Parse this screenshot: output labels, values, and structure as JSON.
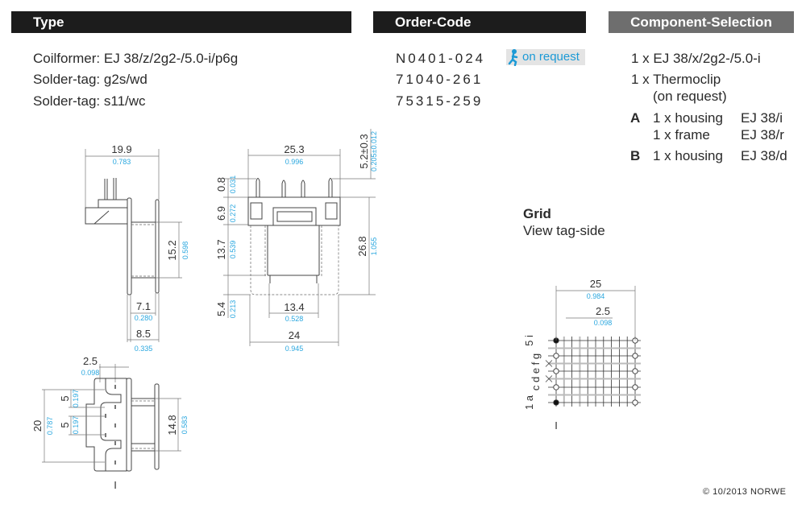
{
  "headers": {
    "type": "Type",
    "order_code": "Order-Code",
    "component_selection": "Component-Selection"
  },
  "type_rows": [
    {
      "label": "Coilformer:",
      "value": "EJ 38/z/2g2-/5.0-i/p6g",
      "order_code": "N0401-024"
    },
    {
      "label": "Solder-tag:",
      "value": "g2s/wd",
      "order_code": "71040-261"
    },
    {
      "label": "Solder-tag:",
      "value": "s11/wc",
      "order_code": "75315-259"
    }
  ],
  "on_request_badge": {
    "icon": "running-person-icon",
    "label": "on request",
    "color": "#1c9ad6"
  },
  "component_selection": {
    "line1": "1 x EJ 38/x/2g2-/5.0-i",
    "line2": "1 x Thermoclip",
    "line3": "(on request)",
    "A": {
      "letter": "A",
      "items": [
        {
          "name": "1 x housing",
          "part": "EJ 38/i"
        },
        {
          "name": "1 x frame",
          "part": "EJ 38/r"
        }
      ]
    },
    "B": {
      "letter": "B",
      "items": [
        {
          "name": "1 x housing",
          "part": "EJ 38/d"
        }
      ]
    }
  },
  "grid": {
    "title": "Grid",
    "subtitle": "View tag-side",
    "dim_pitch": "25",
    "dim_pitch_in": "0.984",
    "dim_step": "2.5",
    "dim_step_in": "0.098",
    "row_labels_left": "5 i",
    "row_labels_mid": "c d e f g",
    "row_labels_bottom": "1 a",
    "marker": "I"
  },
  "side_view": {
    "w": "19.9",
    "w_in": "0.783",
    "h": "15.2",
    "h_in": "0.598",
    "a": "7.1",
    "a_in": "0.280",
    "b": "8.5",
    "b_in": "0.335"
  },
  "front_view": {
    "w": "25.3",
    "w_in": "0.996",
    "pin": "0.8",
    "pin_in": "0.031",
    "top": "6.9",
    "top_in": "0.272",
    "mid": "13.7",
    "mid_in": "0.539",
    "bot": "5.4",
    "bot_in": "0.213",
    "h": "26.8",
    "h_in": "1.055",
    "pinlen": "5.2±0.3",
    "pinlen_in": "0.205±0.012",
    "win": "13.4",
    "win_in": "0.528",
    "base": "24",
    "base_in": "0.945"
  },
  "bottom_view": {
    "pitch": "2.5",
    "pitch_in": "0.098",
    "h": "20",
    "h_in": "0.787",
    "p1": "5",
    "p1_in": "0.197",
    "p2": "5",
    "p2_in": "0.197",
    "core": "14.8",
    "core_in": "0.583",
    "marker": "I"
  },
  "footer": {
    "copyright": "© 10/2013 NORWE"
  }
}
